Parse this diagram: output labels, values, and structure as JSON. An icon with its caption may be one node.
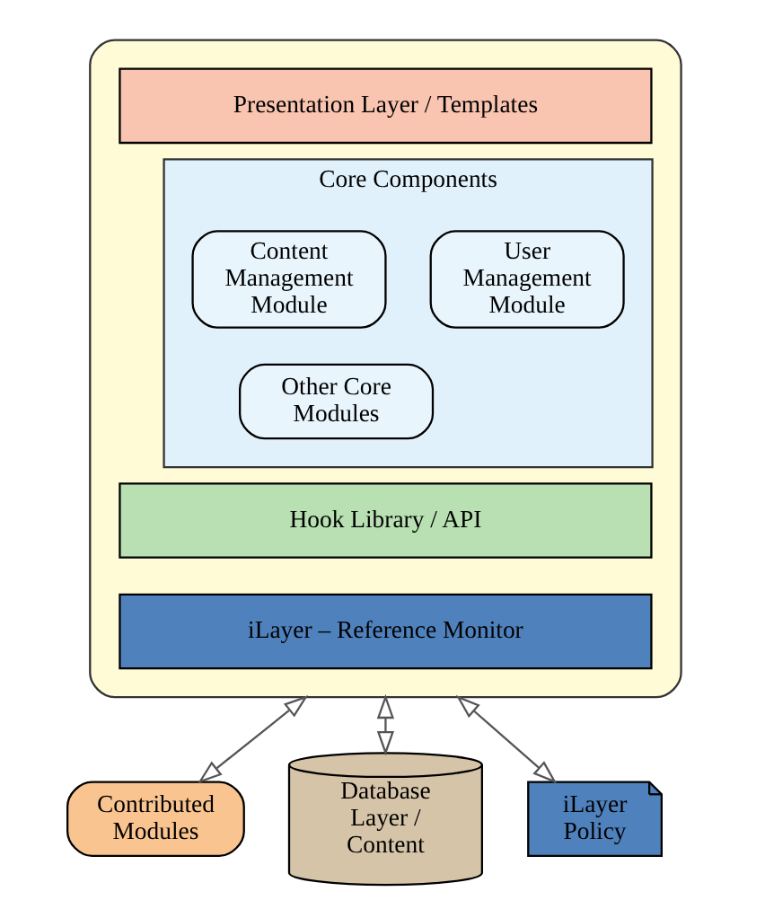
{
  "diagram": {
    "nodes": [
      {
        "text": [],
        "shape": "box"
      },
      {
        "text": [
          "Presentation Layer / Templates"
        ],
        "in": 0
      },
      {
        "text": [
          "Core Components"
        ],
        "in": 0
      },
      {
        "text": [
          "Content Management Module"
        ],
        "in": 2
      },
      {
        "text": [
          "User Management Module"
        ],
        "in": 2
      },
      {
        "text": [
          "Other Core Modules"
        ],
        "in": 2
      },
      {
        "text": [
          "Hook Library / API"
        ],
        "in": 0
      },
      {
        "text": [
          "iLayer – Reference Monitor"
        ],
        "in": 0
      },
      {
        "text": [
          "Contributed Modules"
        ]
      },
      {
        "text": [
          "Database Layer / Content"
        ]
      },
      {
        "text": [
          "iLayer Policy"
        ]
      }
    ],
    "edges": [
      {
        "from": 0,
        "to": 8,
        "arrow": "both"
      },
      {
        "from": 0,
        "to": 9,
        "arrow": "both"
      },
      {
        "from": 0,
        "to": 10,
        "arrow": "both"
      }
    ]
  }
}
